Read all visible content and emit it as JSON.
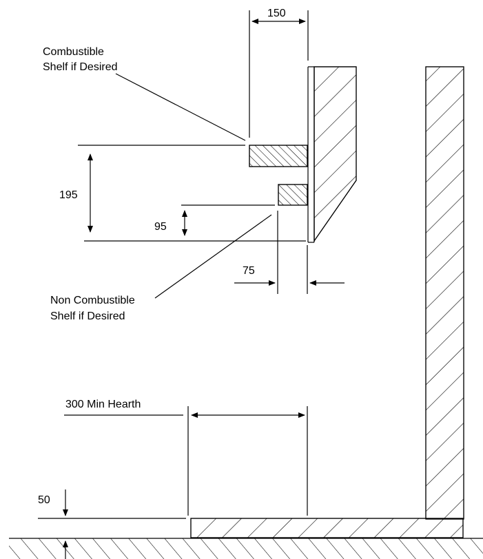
{
  "dimensions": {
    "top_offset": "150",
    "combustible_shelf_height": "195",
    "non_combustible_shelf_height": "95",
    "non_combustible_offset": "75",
    "hearth": "300 Min Hearth",
    "hearth_height": "50"
  },
  "labels": {
    "combustible_line1": "Combustible",
    "combustible_line2": "Shelf if Desired",
    "non_combustible_line1": "Non Combustible",
    "non_combustible_line2": "Shelf if Desired"
  },
  "colors": {
    "stroke": "#000000",
    "background": "#ffffff"
  }
}
